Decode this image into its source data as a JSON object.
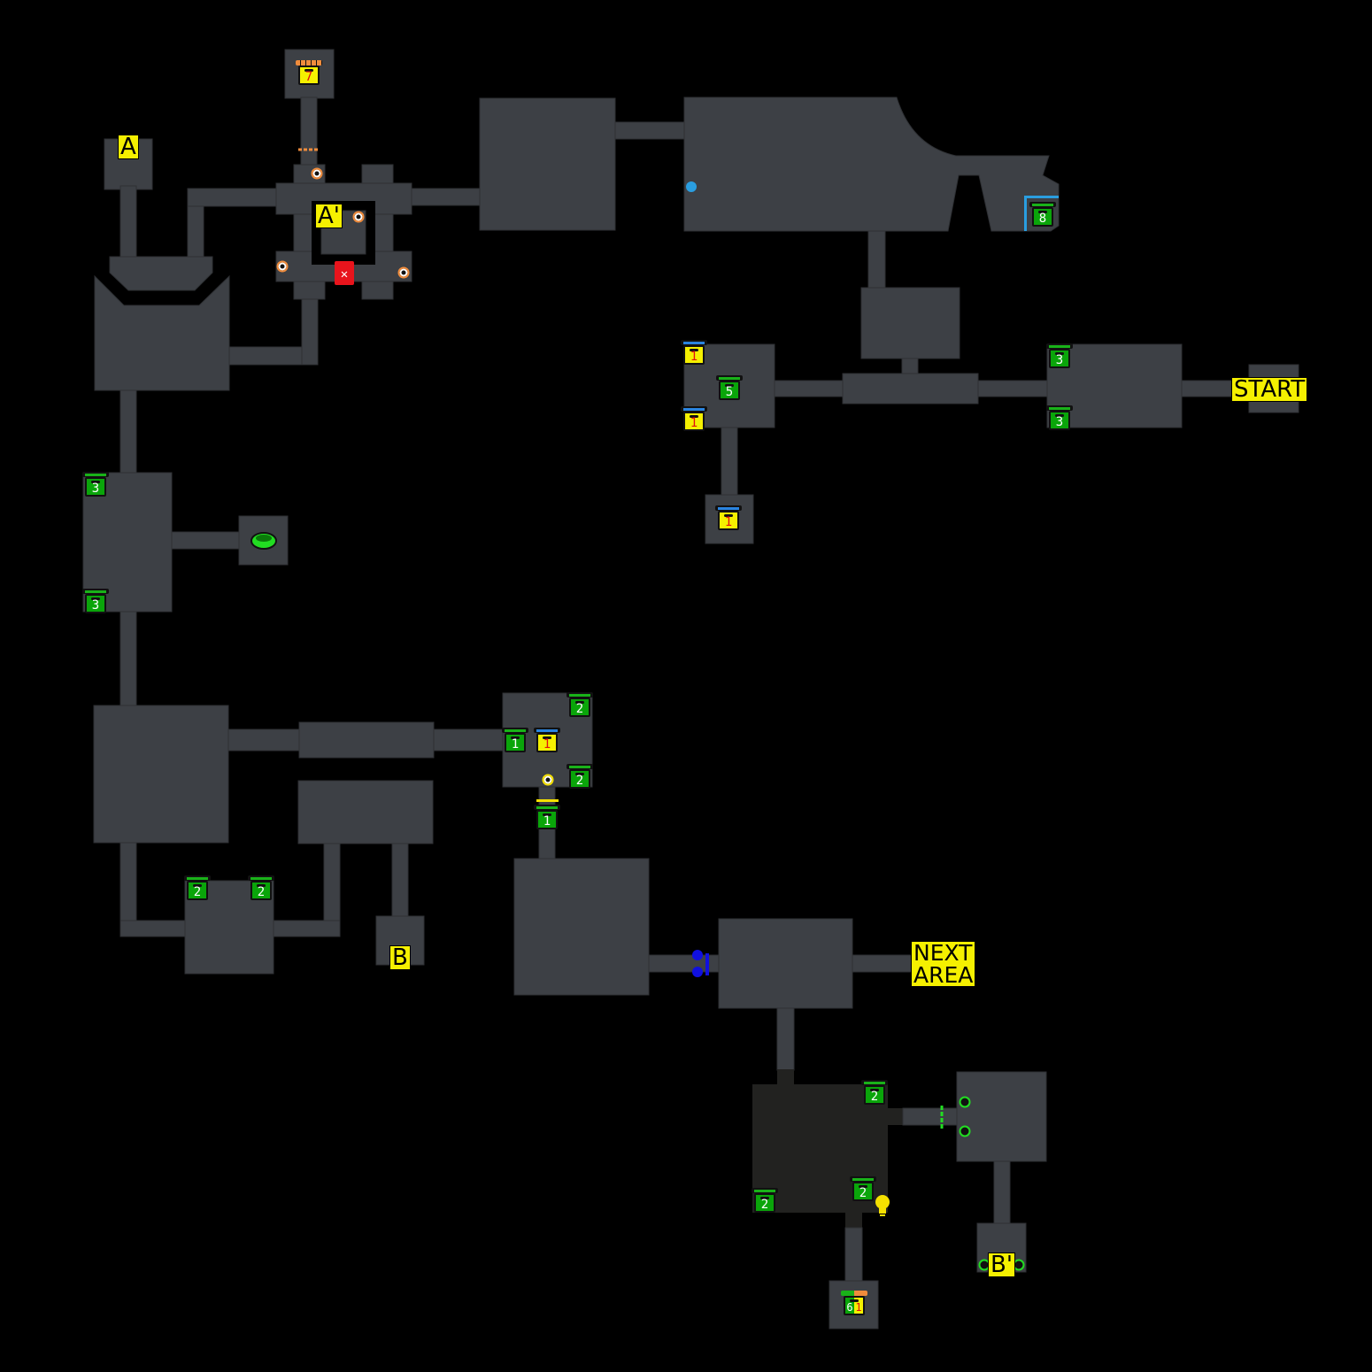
{
  "labels": {
    "a": "A",
    "a_prime": "A'",
    "start": "START",
    "b": "B",
    "b_prime": "B'",
    "next_area_line1": "NEXT",
    "next_area_line2": "AREA"
  },
  "chests": {
    "c7": "7",
    "c8": "8",
    "c1a": "1",
    "c5": "5",
    "c1b": "1",
    "c1c": "1",
    "c3a": "3",
    "c3b": "3",
    "c3c": "3",
    "c3d": "3",
    "c2a": "2",
    "c1d": "1",
    "c1e": "1",
    "c2b": "2",
    "c1f": "1",
    "c2c": "2",
    "c2d": "2",
    "c2e": "2",
    "c2f": "2",
    "c2g": "2",
    "c6": "6",
    "c61": "1"
  },
  "colors": {
    "room": "#3d4045",
    "dark_room": "#222220",
    "green_chest": "#0aa50a",
    "yellow_chest": "#f5f000",
    "label": "#f5f000",
    "locked_door": "#e8141c"
  }
}
